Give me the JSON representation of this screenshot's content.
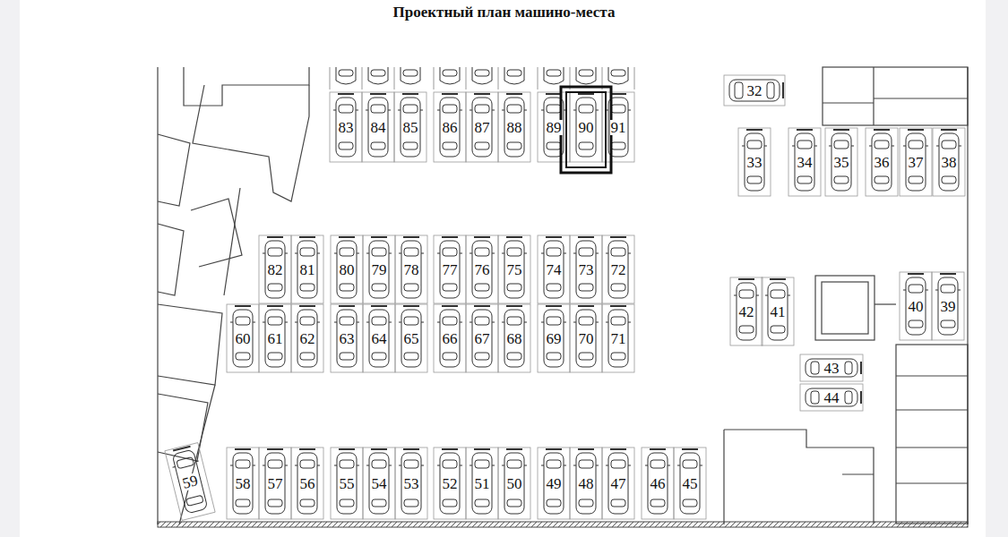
{
  "diagram": {
    "title": "Проектный план машино-места",
    "nodes": [
      {
        "text": [
          "83"
        ]
      },
      {
        "text": [
          "84"
        ]
      },
      {
        "text": [
          "85"
        ]
      },
      {
        "text": [
          "86"
        ]
      },
      {
        "text": [
          "87"
        ]
      },
      {
        "text": [
          "88"
        ]
      },
      {
        "text": [
          "89"
        ]
      },
      {
        "text": [
          "90"
        ]
      },
      {
        "text": [
          "91"
        ]
      },
      {
        "text": [
          "32"
        ]
      },
      {
        "text": [
          "33"
        ]
      },
      {
        "text": [
          "34"
        ]
      },
      {
        "text": [
          "35"
        ]
      },
      {
        "text": [
          "36"
        ]
      },
      {
        "text": [
          "37"
        ]
      },
      {
        "text": [
          "38"
        ]
      },
      {
        "text": [
          "82"
        ]
      },
      {
        "text": [
          "81"
        ]
      },
      {
        "text": [
          "80"
        ]
      },
      {
        "text": [
          "79"
        ]
      },
      {
        "text": [
          "78"
        ]
      },
      {
        "text": [
          "77"
        ]
      },
      {
        "text": [
          "76"
        ]
      },
      {
        "text": [
          "75"
        ]
      },
      {
        "text": [
          "74"
        ]
      },
      {
        "text": [
          "73"
        ]
      },
      {
        "text": [
          "72"
        ]
      },
      {
        "text": [
          "42"
        ]
      },
      {
        "text": [
          "41"
        ]
      },
      {
        "text": [
          "40"
        ]
      },
      {
        "text": [
          "39"
        ]
      },
      {
        "text": [
          "60"
        ]
      },
      {
        "text": [
          "61"
        ]
      },
      {
        "text": [
          "62"
        ]
      },
      {
        "text": [
          "63"
        ]
      },
      {
        "text": [
          "64"
        ]
      },
      {
        "text": [
          "65"
        ]
      },
      {
        "text": [
          "66"
        ]
      },
      {
        "text": [
          "67"
        ]
      },
      {
        "text": [
          "68"
        ]
      },
      {
        "text": [
          "69"
        ]
      },
      {
        "text": [
          "70"
        ]
      },
      {
        "text": [
          "71"
        ]
      },
      {
        "text": [
          "43"
        ]
      },
      {
        "text": [
          "44"
        ]
      },
      {
        "text": [
          "59"
        ]
      },
      {
        "text": [
          "58"
        ]
      },
      {
        "text": [
          "57"
        ]
      },
      {
        "text": [
          "56"
        ]
      },
      {
        "text": [
          "55"
        ]
      },
      {
        "text": [
          "54"
        ]
      },
      {
        "text": [
          "53"
        ]
      },
      {
        "text": [
          "52"
        ]
      },
      {
        "text": [
          "51"
        ]
      },
      {
        "text": [
          "50"
        ]
      },
      {
        "text": [
          "49"
        ]
      },
      {
        "text": [
          "48"
        ]
      },
      {
        "text": [
          "47"
        ]
      },
      {
        "text": [
          "46"
        ]
      },
      {
        "text": [
          "45"
        ]
      }
    ]
  }
}
